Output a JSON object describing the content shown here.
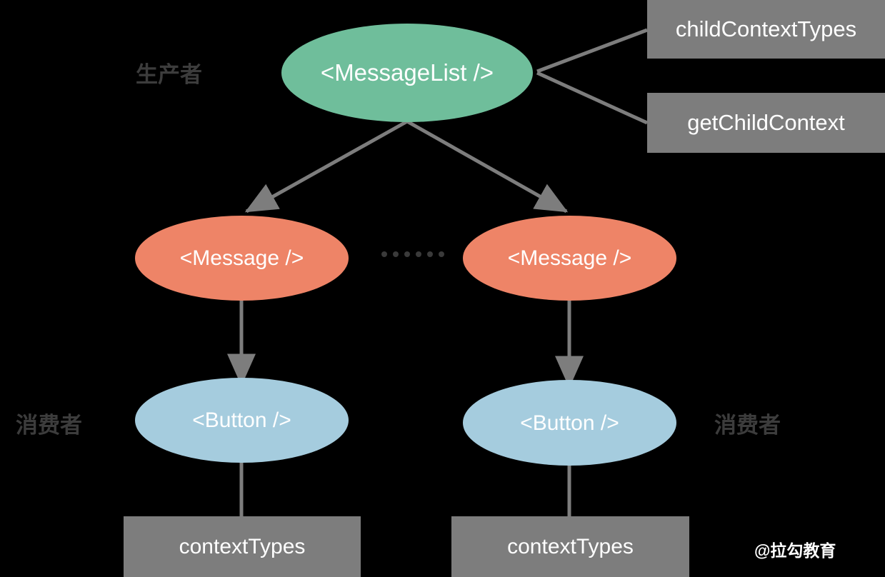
{
  "diagram": {
    "title": "React Context producer/consumer component tree",
    "background_color": "#000000",
    "colors": {
      "producer_node": "#6FBE9B",
      "message_node": "#EE8467",
      "button_node": "#A5CCDE",
      "box": "#7D7D7D",
      "edge": "#7D7D7D",
      "label_text": "#3C3C3C",
      "node_text": "#FFFFFF"
    },
    "nodes": {
      "messagelist": "<MessageList />",
      "message_left": "<Message />",
      "message_right": "<Message />",
      "button_left": "<Button />",
      "button_right": "<Button />"
    },
    "boxes": {
      "child_context_types": "childContextTypes",
      "get_child_context": "getChildContext",
      "context_types_left": "contextTypes",
      "context_types_right": "contextTypes"
    },
    "labels": {
      "producer": "生产者",
      "consumer_left": "消费者",
      "consumer_right": "消费者"
    },
    "ellipsis": "······",
    "watermark": "@拉勾教育",
    "edges": [
      {
        "from": "messagelist",
        "to": "child_context_types",
        "arrow": false
      },
      {
        "from": "messagelist",
        "to": "get_child_context",
        "arrow": false
      },
      {
        "from": "messagelist",
        "to": "message_left",
        "arrow": true
      },
      {
        "from": "messagelist",
        "to": "message_right",
        "arrow": true
      },
      {
        "from": "message_left",
        "to": "button_left",
        "arrow": true
      },
      {
        "from": "message_right",
        "to": "button_right",
        "arrow": true
      },
      {
        "from": "button_left",
        "to": "context_types_left",
        "arrow": false
      },
      {
        "from": "button_right",
        "to": "context_types_right",
        "arrow": false
      }
    ]
  }
}
